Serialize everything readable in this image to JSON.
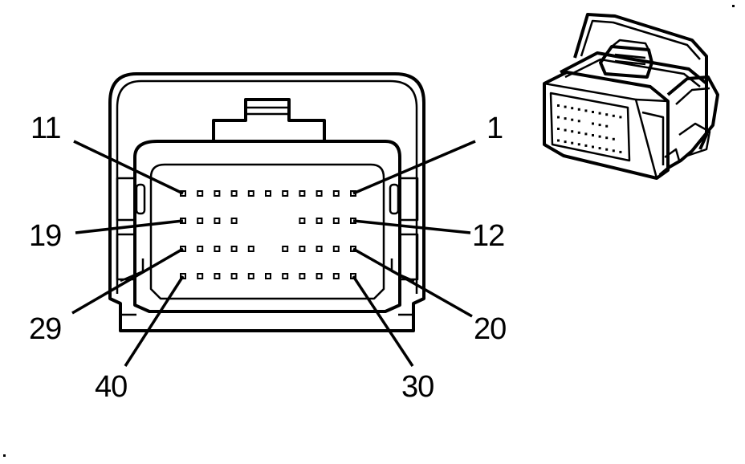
{
  "diagram": {
    "pin_labels": {
      "top_left": "11",
      "top_right": "1",
      "row2_left": "19",
      "row2_right": "12",
      "row3_left": "29",
      "row3_right": "20",
      "bottom_left": "40",
      "bottom_right": "30"
    },
    "pin_rows": [
      {
        "count": 11,
        "gap_after_index": -1
      },
      {
        "count": 8,
        "gap_after_index": 3
      },
      {
        "count": 10,
        "gap_after_index": 4
      },
      {
        "count": 11,
        "gap_after_index": -1
      }
    ],
    "colors": {
      "line": "#000000",
      "background": "#ffffff"
    }
  }
}
